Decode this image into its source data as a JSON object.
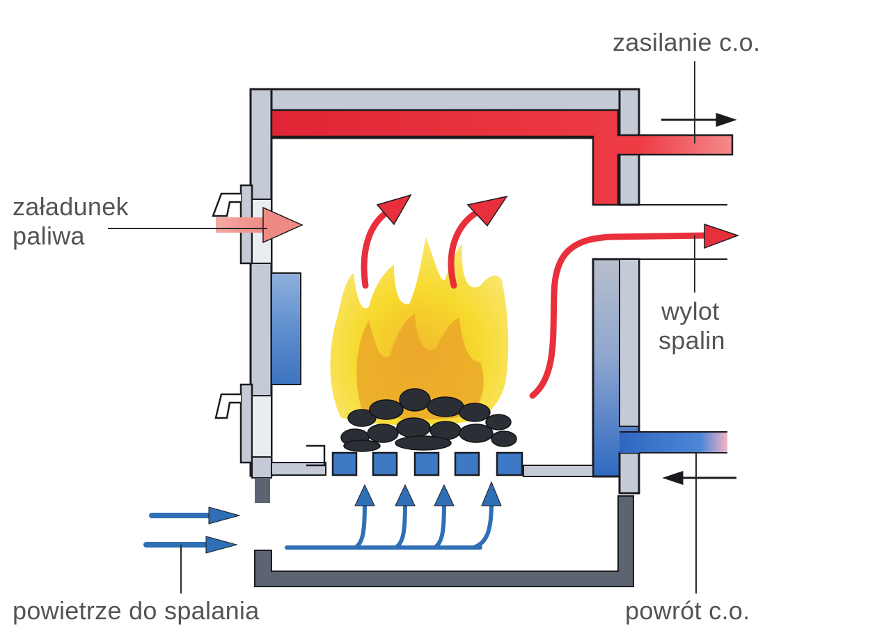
{
  "labels": {
    "supply": "zasilanie c.o.",
    "fuel_loading": [
      "załadunek",
      "paliwa"
    ],
    "flue_outlet": [
      "wylot",
      "spalin"
    ],
    "combustion_air": "powietrze do spalania",
    "return": "powrót c.o."
  },
  "colors": {
    "hot_water": "#e8303c",
    "cold_water": "#3f78c4",
    "air_flow": "#2f6fb6",
    "boiler_wall": "#c4cad6",
    "outline": "#1b1b1f",
    "flame_yellow": "#f7dd2a",
    "flame_orange": "#e9a527",
    "coal": "#2b2e35",
    "fuel_arrow": "#f29a92",
    "ash_pan": "#5b6470",
    "label_text": "#545454"
  },
  "icons": {
    "hot_gas_arrows": "curved-arrow-up",
    "air_arrows": "straight-arrow-right",
    "grate_air_arrows": "curved-arrow-up",
    "flow_arrows": "thin-arrow"
  }
}
